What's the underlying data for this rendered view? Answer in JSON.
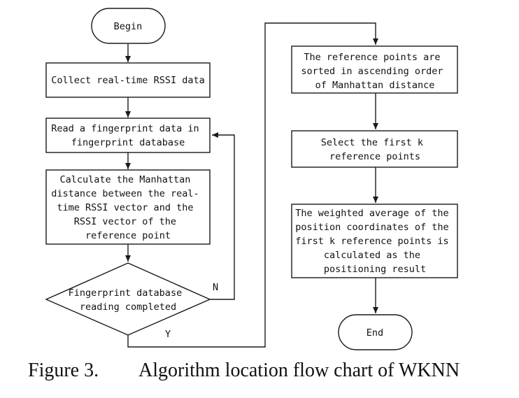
{
  "nodes": {
    "begin": {
      "lines": [
        "Begin"
      ]
    },
    "collect": {
      "lines": [
        "Collect real-time RSSI data"
      ]
    },
    "read": {
      "lines": [
        "Read a fingerprint data in",
        "fingerprint database"
      ]
    },
    "calculate": {
      "lines": [
        "Calculate the Manhattan",
        "distance between the real-",
        "time RSSI vector and the",
        "RSSI vector of the",
        "reference point"
      ]
    },
    "decision": {
      "lines": [
        "Fingerprint database",
        "reading completed"
      ]
    },
    "sort": {
      "lines": [
        "The reference points are",
        "sorted in ascending order",
        "of Manhattan distance"
      ]
    },
    "select": {
      "lines": [
        "Select the first k",
        "reference points"
      ]
    },
    "weighted": {
      "lines": [
        "The weighted average of the",
        "position coordinates of the",
        "first k reference points is",
        "calculated as the",
        "positioning result"
      ]
    },
    "end": {
      "lines": [
        "End"
      ]
    }
  },
  "edge_labels": {
    "no": "N",
    "yes": "Y"
  },
  "caption": {
    "label": "Figure 3.",
    "text": "Algorithm location flow chart of WKNN"
  }
}
